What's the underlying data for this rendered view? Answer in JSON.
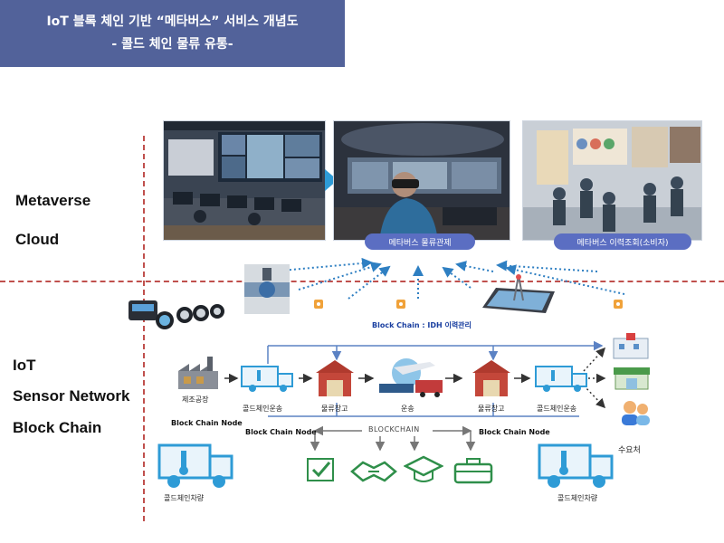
{
  "title": {
    "line1": "IoT 블록 체인 기반 “메타버스” 서비스 개념도",
    "line2": "- 콜드 체인 물류 유통-"
  },
  "layers": {
    "metaverse": "Metaverse",
    "cloud": "Cloud",
    "iot": "IoT",
    "sensor": "Sensor Network",
    "blockchain": "Block Chain"
  },
  "captions": {
    "control": "메타버스 물류관제",
    "history": "메타버스 이력조회(소비자)"
  },
  "blockchain_idh": "Block Chain : IDH 이력관리",
  "flow": {
    "factory": "제조공장",
    "transport1": "콜드체인운송",
    "warehouse1": "물류창고",
    "transport": "운송",
    "warehouse2": "물류창고",
    "transport2": "콜드체인운송",
    "consumer": "수요처"
  },
  "nodes": {
    "node1": "Block Chain Node",
    "node2": "Block Chain Node",
    "node3": "Block Chain Node"
  },
  "blockchain_center": "BLOCKCHAIN",
  "vehicles": {
    "left": "콜드체인차량",
    "right": "콜드체인차량"
  },
  "colors": {
    "title_bg": "#52629a",
    "divider": "#c0504d",
    "caption_bg": "#5b6ec2",
    "flow_line": "#5b82c4",
    "icon_blue": "#2e9bd6",
    "icon_green": "#2f8f4a"
  }
}
